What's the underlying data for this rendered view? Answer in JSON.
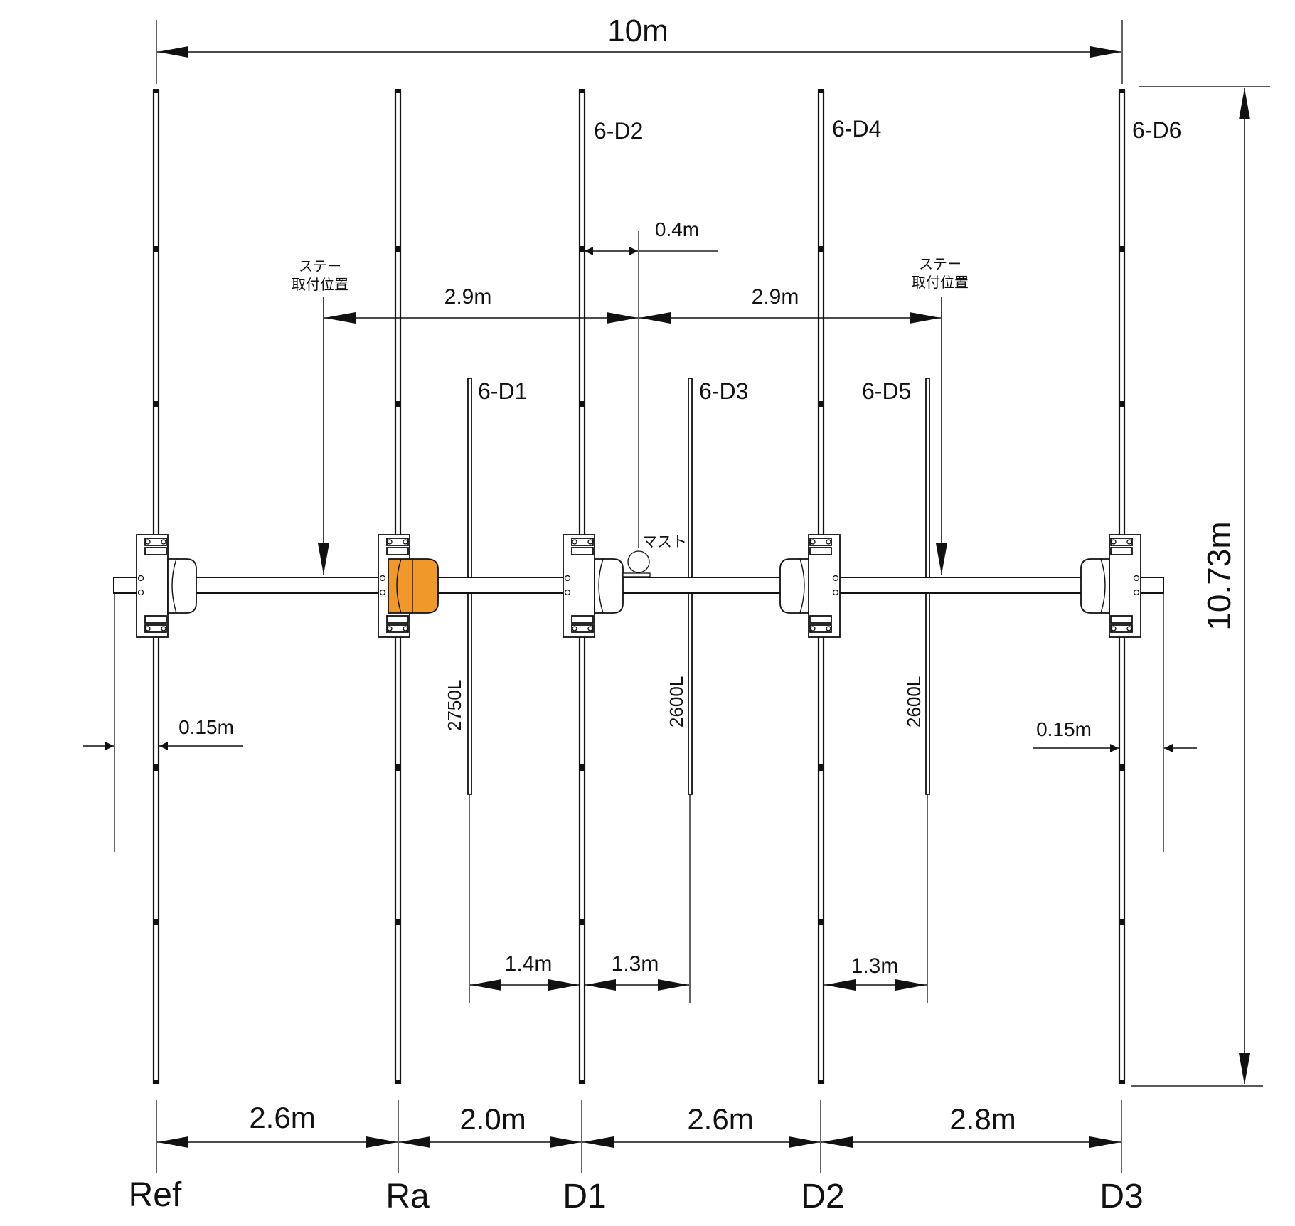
{
  "title_width": "10m",
  "height": "10.73m",
  "elements": [
    {
      "label": "Ref",
      "spacing_to_next": "2.6m"
    },
    {
      "label": "Ra",
      "spacing_to_next": "2.0m"
    },
    {
      "label": "D1",
      "spacing_to_next": "2.6m"
    },
    {
      "label": "D2",
      "spacing_to_next": "2.8m"
    },
    {
      "label": "D3"
    }
  ],
  "six_m_elements": [
    {
      "label": "6-D1",
      "length": "2750L"
    },
    {
      "label": "6-D2"
    },
    {
      "label": "6-D3",
      "length": "2600L"
    },
    {
      "label": "6-D4"
    },
    {
      "label": "6-D5",
      "length": "2600L"
    },
    {
      "label": "6-D6"
    }
  ],
  "dimensions": {
    "mast_offset": "0.4m",
    "stay_left": "2.9m",
    "stay_right": "2.9m",
    "overhang_left": "0.15m",
    "overhang_right": "0.15m",
    "gap_d1": "1.4m",
    "gap_d3": "1.3m",
    "gap_d5": "1.3m"
  },
  "stay_label_line1": "ステー",
  "stay_label_line2": "取付位置",
  "mast_label": "マスト",
  "colors": {
    "line": "#111111",
    "feed_box": "#F0982A"
  }
}
